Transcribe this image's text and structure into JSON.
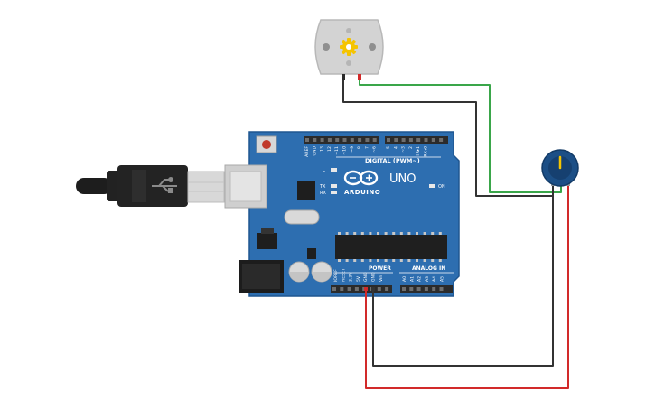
{
  "board": {
    "brand": "ARDUINO",
    "model": "UNO",
    "digital_label": "DIGITAL (PWM~)",
    "power_label": "POWER",
    "analog_label": "ANALOG IN",
    "on_label": "ON",
    "led_l": "L",
    "led_tx": "TX",
    "led_rx": "RX",
    "digital_pins": [
      "AREF",
      "GND",
      "13",
      "12",
      "~11",
      "~10",
      "~9",
      "8",
      "7",
      "~6",
      "~5",
      "4",
      "~3",
      "2",
      "TX▸1",
      "RX◂0"
    ],
    "power_pins": [
      "IOREF",
      "RESET",
      "3.3V",
      "5V",
      "GND",
      "GND",
      "Vin"
    ],
    "analog_pins": [
      "A0",
      "A1",
      "A2",
      "A3",
      "A4",
      "A5"
    ]
  },
  "components": {
    "motor": "dc-motor",
    "potentiometer": "potentiometer",
    "usb": "usb-cable"
  },
  "wire_colors": {
    "motor_to_pot": "#3aa64a",
    "ground": "#333333",
    "power": "#d22a2a",
    "motor_pos": "#d22a2a"
  },
  "colors": {
    "board": "#2d6eb0",
    "board_edge": "#1f5690",
    "header": "#2b2b2b",
    "pot_body": "#1c4f86"
  }
}
